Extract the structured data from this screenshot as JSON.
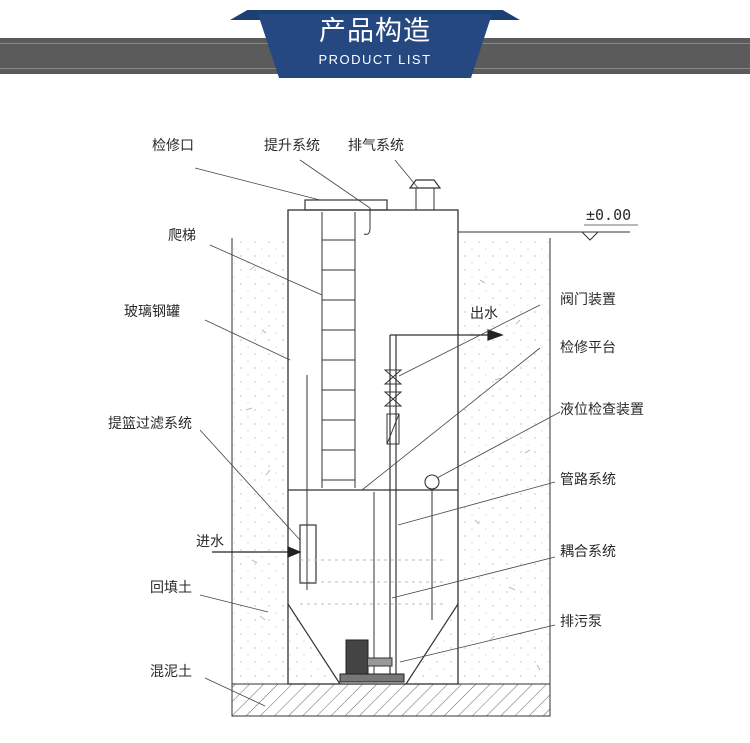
{
  "header": {
    "title": "产品构造",
    "subtitle": "PRODUCT LIST"
  },
  "diagram": {
    "level_mark": "±0.00",
    "labels": {
      "inspection_port": "检修口",
      "lift_system": "提升系统",
      "exhaust_system": "排气系统",
      "ladder": "爬梯",
      "frp_tank": "玻璃钢罐",
      "basket_filter": "提篮过滤系统",
      "inlet": "进水",
      "backfill": "回填土",
      "concrete": "混泥土",
      "outlet": "出水",
      "valve_device": "阀门装置",
      "service_platform": "检修平台",
      "level_check": "液位检查装置",
      "piping_system": "管路系统",
      "coupling_system": "耦合系统",
      "sewage_pump": "排污泵"
    }
  }
}
